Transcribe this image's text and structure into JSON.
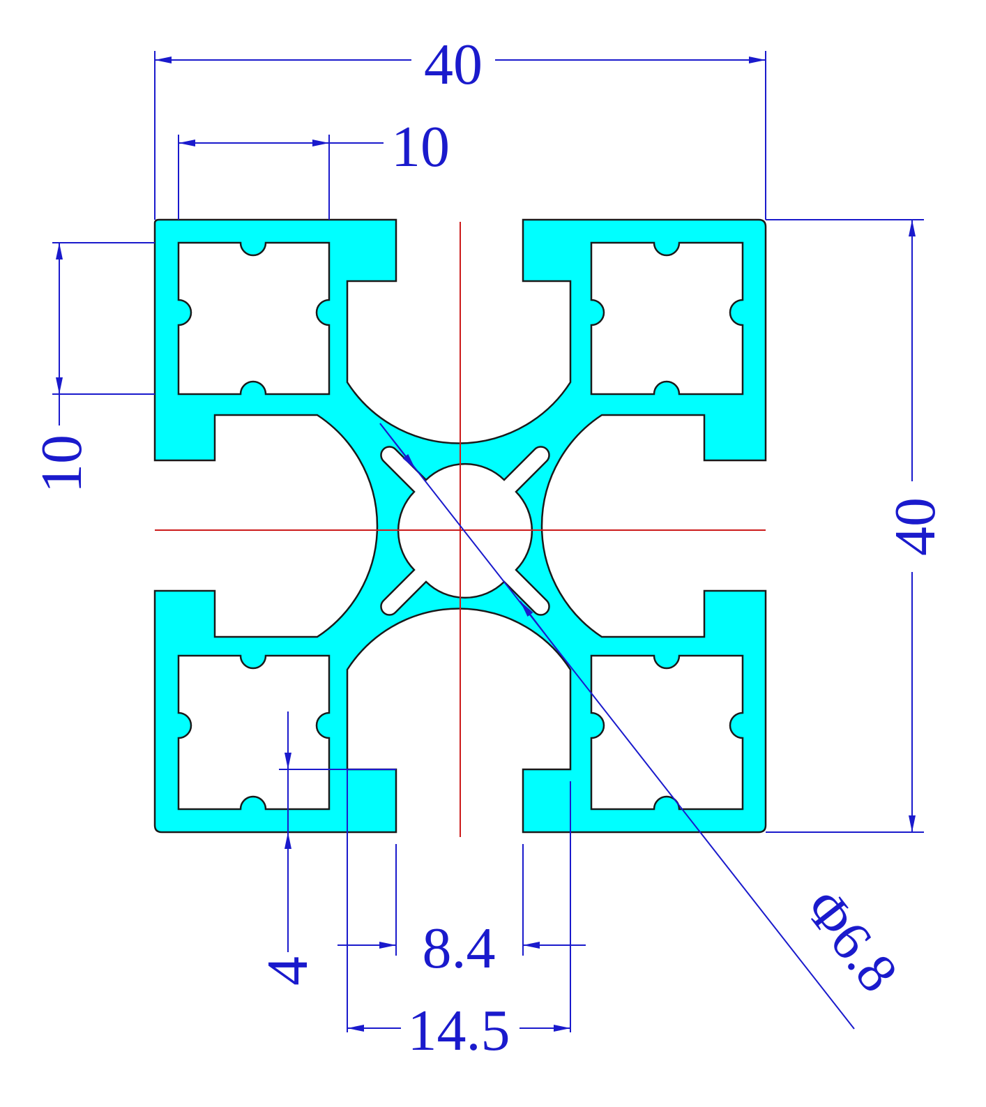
{
  "colors": {
    "profile_fill": "#00ffff",
    "outline": "#1a1a1a",
    "dimension": "#1a1acc",
    "centerline": "#cc1a1a",
    "background": "#ffffff"
  },
  "dimensions": {
    "overall_width": "40",
    "overall_height": "40",
    "cell_width": "10",
    "cell_height": "10",
    "lip_thickness": "4",
    "slot_opening": "8.4",
    "slot_inner_width": "14.5",
    "center_bore": "Φ6.8"
  }
}
